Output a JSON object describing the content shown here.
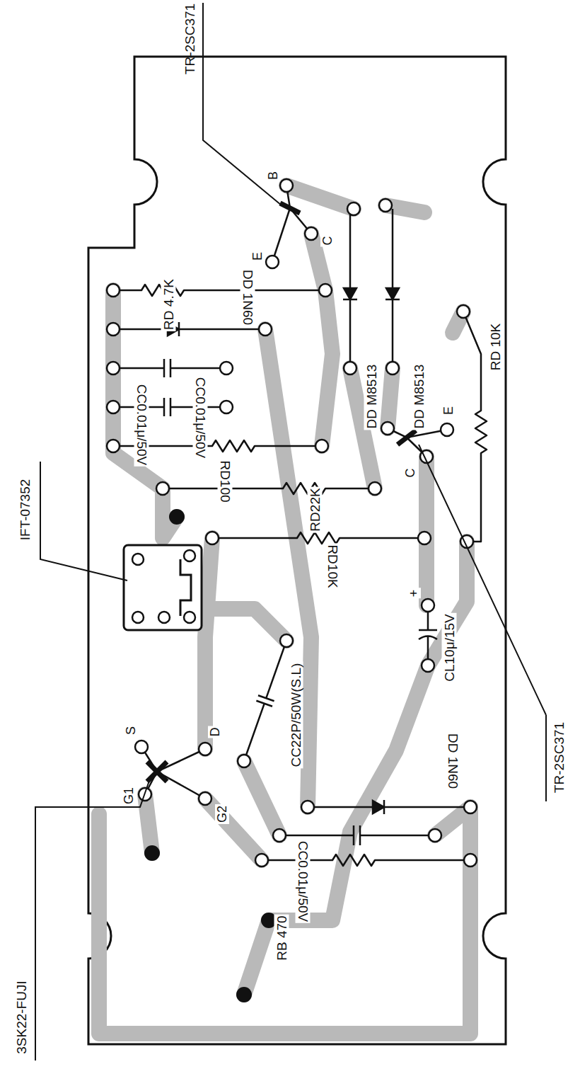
{
  "diagram": {
    "labels": [
      "TR-2SC371",
      "B",
      "C",
      "E",
      "RD 4.7K",
      "DD 1N60",
      "DD M8513",
      "DD M8513",
      "CC0.01μ/50V",
      "CC0.01μ/50V",
      "RD100",
      "RD22K",
      "RD10K",
      "RD 10K",
      "E",
      "C",
      "TR-2SC371",
      "IFT-07352",
      "+",
      "CL10μ/15V",
      "CC22P/50W(S.L)",
      "3SK22-FUJI",
      "S",
      "D",
      "G1",
      "G2",
      "DD 1N60",
      "CC0.01μ/50V",
      "RB 470"
    ]
  }
}
